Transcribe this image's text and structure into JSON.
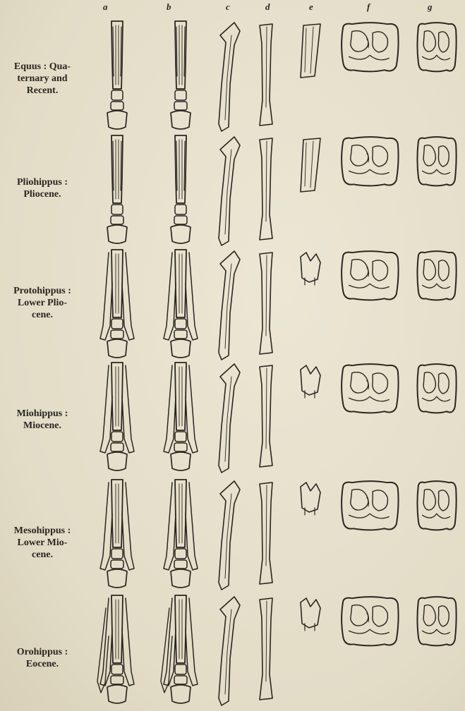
{
  "column_letters": [
    "a",
    "b",
    "c",
    "d",
    "e",
    "f",
    "g"
  ],
  "rows": [
    {
      "label_lines": [
        "Equus : Qua-",
        "ternary and",
        "Recent."
      ],
      "toes": 1
    },
    {
      "label_lines": [
        "Pliohippus :",
        "Pliocene."
      ],
      "toes": 1
    },
    {
      "label_lines": [
        "Protohippus :",
        "Lower Plio-",
        "cene."
      ],
      "toes": 3
    },
    {
      "label_lines": [
        "Miohippus :",
        "Miocene."
      ],
      "toes": 3
    },
    {
      "label_lines": [
        "Mesohippus :",
        "Lower Mio-",
        "cene."
      ],
      "toes": 3
    },
    {
      "label_lines": [
        "Orohippus :",
        "Eocene."
      ],
      "toes": 4
    }
  ],
  "colors": {
    "paper": "#e7e1ce",
    "ink": "#2a2620"
  }
}
